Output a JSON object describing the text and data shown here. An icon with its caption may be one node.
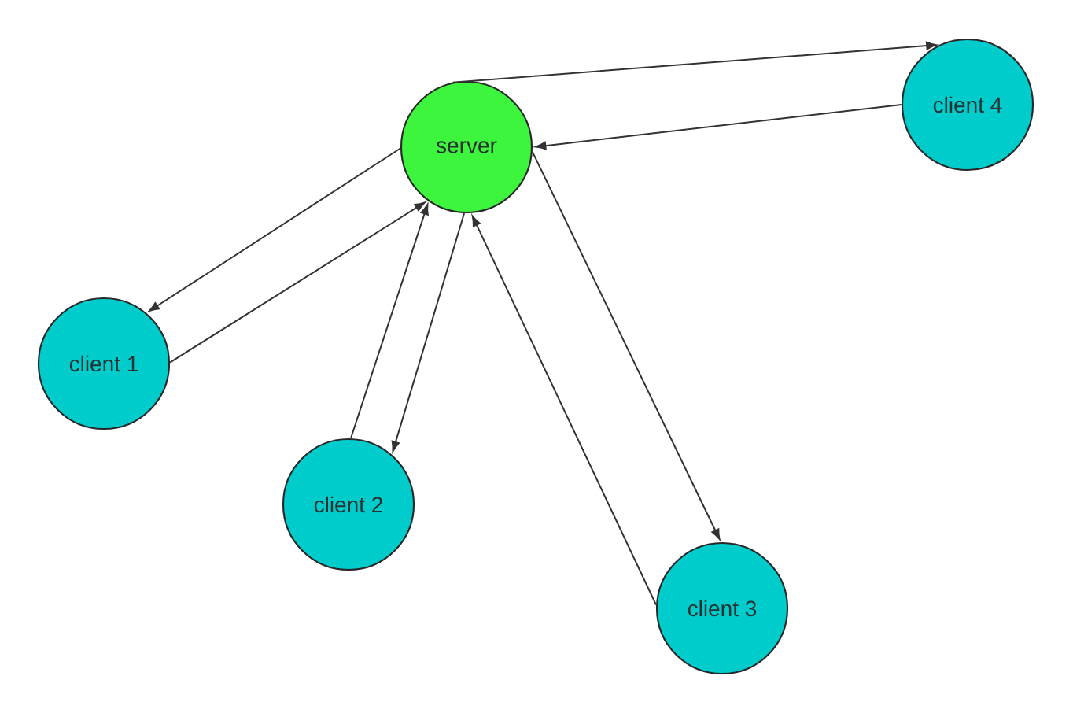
{
  "diagram": {
    "nodes": [
      {
        "text": [
          "server"
        ]
      },
      {
        "text": [
          "client 1"
        ]
      },
      {
        "text": [
          "client 2"
        ]
      },
      {
        "text": [
          "client 3"
        ]
      },
      {
        "text": [
          "client 4"
        ]
      }
    ],
    "edges": [
      {
        "from": 0,
        "to": 1,
        "arrow": "to"
      },
      {
        "from": 1,
        "to": 0,
        "arrow": "to"
      },
      {
        "from": 2,
        "to": 0,
        "arrow": "to"
      },
      {
        "from": 0,
        "to": 2,
        "arrow": "to"
      },
      {
        "from": 3,
        "to": 0,
        "arrow": "to"
      },
      {
        "from": 0,
        "to": 3,
        "arrow": "to"
      },
      {
        "from": 0,
        "to": 4,
        "arrow": "to"
      },
      {
        "from": 4,
        "to": 0,
        "arrow": "to"
      }
    ]
  }
}
